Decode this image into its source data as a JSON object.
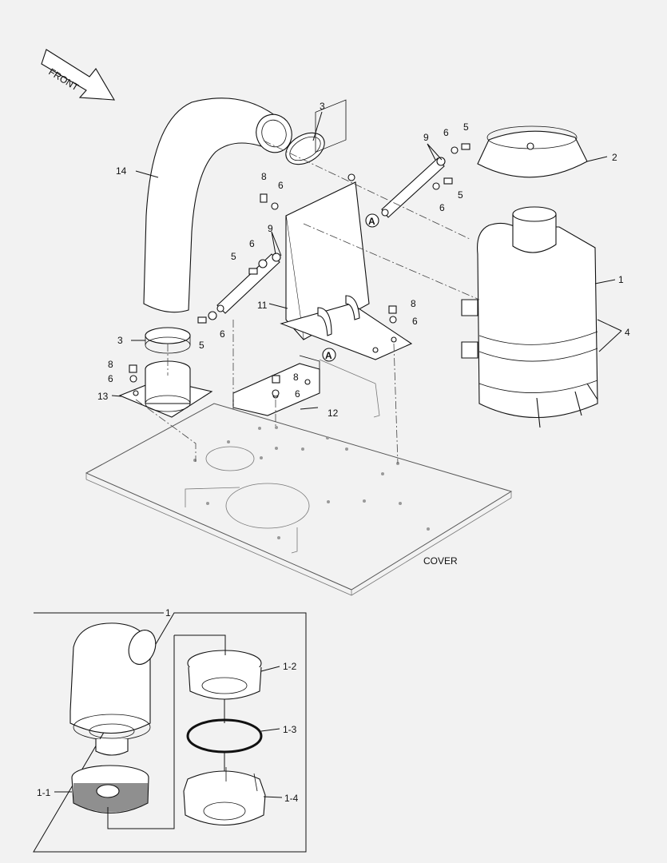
{
  "front_arrow": {
    "label": "FRONT"
  },
  "cover_label": "COVER",
  "callouts": {
    "c_14": "14",
    "c_3a": "3",
    "c_3b": "3",
    "c_2": "2",
    "c_1": "1",
    "c_4": "4",
    "c_11": "11",
    "c_12": "12",
    "c_13": "13",
    "c_9a": "9",
    "c_9b": "9",
    "c_5a": "5",
    "c_5b": "5",
    "c_5c": "5",
    "c_5d": "5",
    "c_6a": "6",
    "c_6b": "6",
    "c_6c": "6",
    "c_6d": "6",
    "c_6e": "6",
    "c_6f": "6",
    "c_6g": "6",
    "c_6h": "6",
    "c_8a": "8",
    "c_8b": "8",
    "c_8c": "8",
    "c_8d": "8"
  },
  "ref_markers": {
    "a1": "A",
    "a2": "A"
  },
  "inset": {
    "title": "1",
    "labels": {
      "l11": "1-1",
      "l12": "1-2",
      "l13": "1-3",
      "l14": "1-4"
    }
  }
}
